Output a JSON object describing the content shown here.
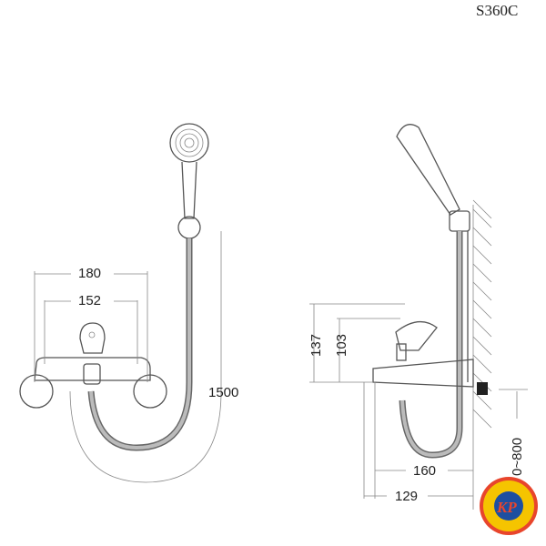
{
  "title": "S360C",
  "front_view": {
    "dim_width_outer": "180",
    "dim_width_inner": "152",
    "dim_hose_length": "1500"
  },
  "side_view": {
    "dim_height_total": "137",
    "dim_height_spout": "103",
    "dim_depth_outer": "160",
    "dim_depth_inner": "129",
    "dim_wall_range": "0~800"
  },
  "logo": {
    "text": "KP",
    "colors": {
      "outer": "#f5c400",
      "ring": "#e8452c",
      "inner": "#1d4fa0"
    }
  }
}
